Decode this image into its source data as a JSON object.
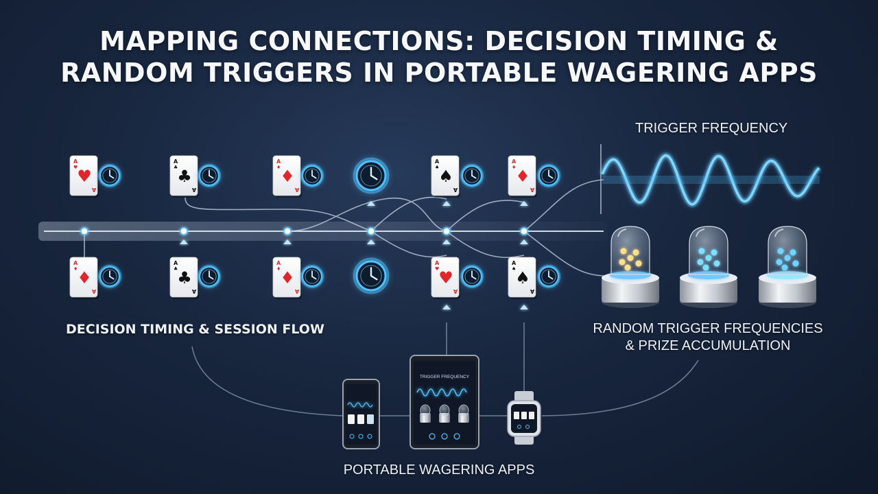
{
  "title": {
    "line1": "MAPPING CONNECTIONS: DECISION TIMING &",
    "line2": "RANDOM TRIGGERS IN PORTABLE WAGERING APPS"
  },
  "labels": {
    "trigger_frequency": "TRIGGER FREQUENCY",
    "decision_timing": "DECISION TIMING & SESSION FLOW",
    "random_triggers_line1": "RANDOM TRIGGER FREQUENCIES",
    "random_triggers_line2": "& PRIZE ACCUMULATION",
    "portable_apps": "PORTABLE WAGERING APPS"
  },
  "top_row": [
    {
      "type": "card",
      "suit": "heart"
    },
    {
      "type": "card",
      "suit": "club"
    },
    {
      "type": "card",
      "suit": "diamond"
    },
    {
      "type": "clock"
    },
    {
      "type": "card",
      "suit": "spade"
    },
    {
      "type": "card",
      "suit": "diamond"
    }
  ],
  "bottom_row": [
    {
      "type": "card",
      "suit": "diamond"
    },
    {
      "type": "card",
      "suit": "club"
    },
    {
      "type": "card",
      "suit": "diamond"
    },
    {
      "type": "clock"
    },
    {
      "type": "card",
      "suit": "heart"
    },
    {
      "type": "card",
      "suit": "spade"
    }
  ],
  "card_rank": "A",
  "tablet_screen_title": "TRIGGER FREQUENCY",
  "colors": {
    "accent_glow": "#4fc3ff",
    "card_red": "#e0262b",
    "card_black": "#111111",
    "background": "#18263e"
  },
  "icons": [
    "clock-icon",
    "up-arrow-icon",
    "wave-icon",
    "prize-dome-icon",
    "smartphone-icon",
    "tablet-icon",
    "smartwatch-icon"
  ]
}
